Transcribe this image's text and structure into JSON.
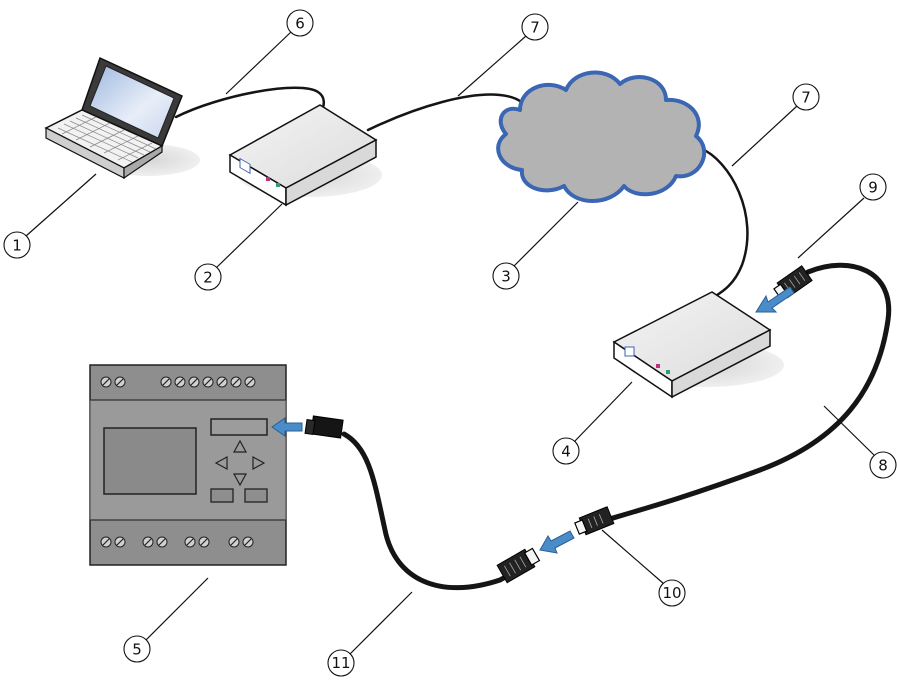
{
  "callouts": [
    {
      "id": "c1",
      "number": "1"
    },
    {
      "id": "c2",
      "number": "2"
    },
    {
      "id": "c3",
      "number": "3"
    },
    {
      "id": "c4",
      "number": "4"
    },
    {
      "id": "c5",
      "number": "5"
    },
    {
      "id": "c6",
      "number": "6"
    },
    {
      "id": "c7a",
      "number": "7"
    },
    {
      "id": "c7b",
      "number": "7"
    },
    {
      "id": "c8",
      "number": "8"
    },
    {
      "id": "c9",
      "number": "9"
    },
    {
      "id": "c10",
      "number": "10"
    },
    {
      "id": "c11",
      "number": "11"
    }
  ],
  "colors": {
    "cloud_fill": "#b3b3b3",
    "cloud_stroke": "#3a66b4",
    "arrow": "#4a8cc8",
    "plc_body": "#8e8e8e",
    "cable": "#151515"
  }
}
